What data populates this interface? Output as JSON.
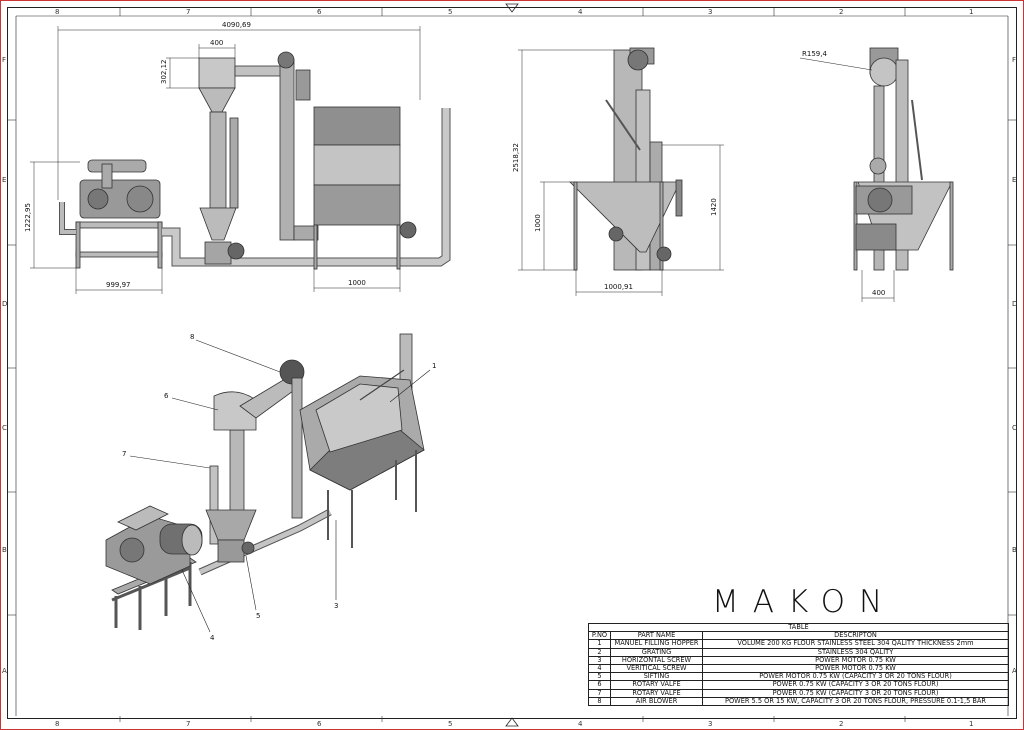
{
  "brand": "MAKON",
  "zone_columns": [
    "8",
    "7",
    "6",
    "5",
    "4",
    "3",
    "2",
    "1"
  ],
  "zone_rows": [
    "F",
    "E",
    "D",
    "C",
    "B",
    "A"
  ],
  "dimensions": {
    "overall_width": "4090,69",
    "cyclone_width": "400",
    "cyclone_height": "302,12",
    "blower_height": "1222,95",
    "blower_width": "999,97",
    "hopper_width_front": "1000",
    "total_height": "2518,32",
    "side_height": "1420",
    "side_leg_height": "1000",
    "side_width": "1000,91",
    "radius": "R159,4",
    "rear_width": "400"
  },
  "callouts": [
    "1",
    "3",
    "4",
    "5",
    "6",
    "7",
    "8"
  ],
  "table": {
    "title": "TABLE",
    "headers": [
      "P.NO",
      "PART NAME",
      "DESCRIPTON"
    ],
    "rows": [
      [
        "1",
        "MANUEL FILLING HOPPER",
        "VOLUME 200 KG FLOUR STAINLESS STEEL 304 QALITY THICKNESS 2mm"
      ],
      [
        "2",
        "GRATING",
        "STAINLESS 304 QALITY"
      ],
      [
        "3",
        "HORIZONTAL SCREW",
        "POWER MOTOR 0.75 KW"
      ],
      [
        "4",
        "VERITICAL SCREW",
        "POWER MOTOR 0.75 KW"
      ],
      [
        "5",
        "SIFTING",
        "POWER MOTOR 0.75 KW (CAPACITY 3 OR 20 TONS FLOUR)"
      ],
      [
        "6",
        "ROTARY VALFE",
        "POWER 0.75 KW (CAPACITY 3 OR 20 TONS FLOUR)"
      ],
      [
        "7",
        "ROTARY VALFE",
        "POWER 0.75 KW (CAPACITY 3 OR 20 TONS FLOUR)"
      ],
      [
        "8",
        "AIR BLOWER",
        "POWER 5.5 OR 15 KW, CAPACITY 3 OR 20 TONS FLOUR, PRESSURE 0.1-1,5 BAR"
      ]
    ]
  }
}
